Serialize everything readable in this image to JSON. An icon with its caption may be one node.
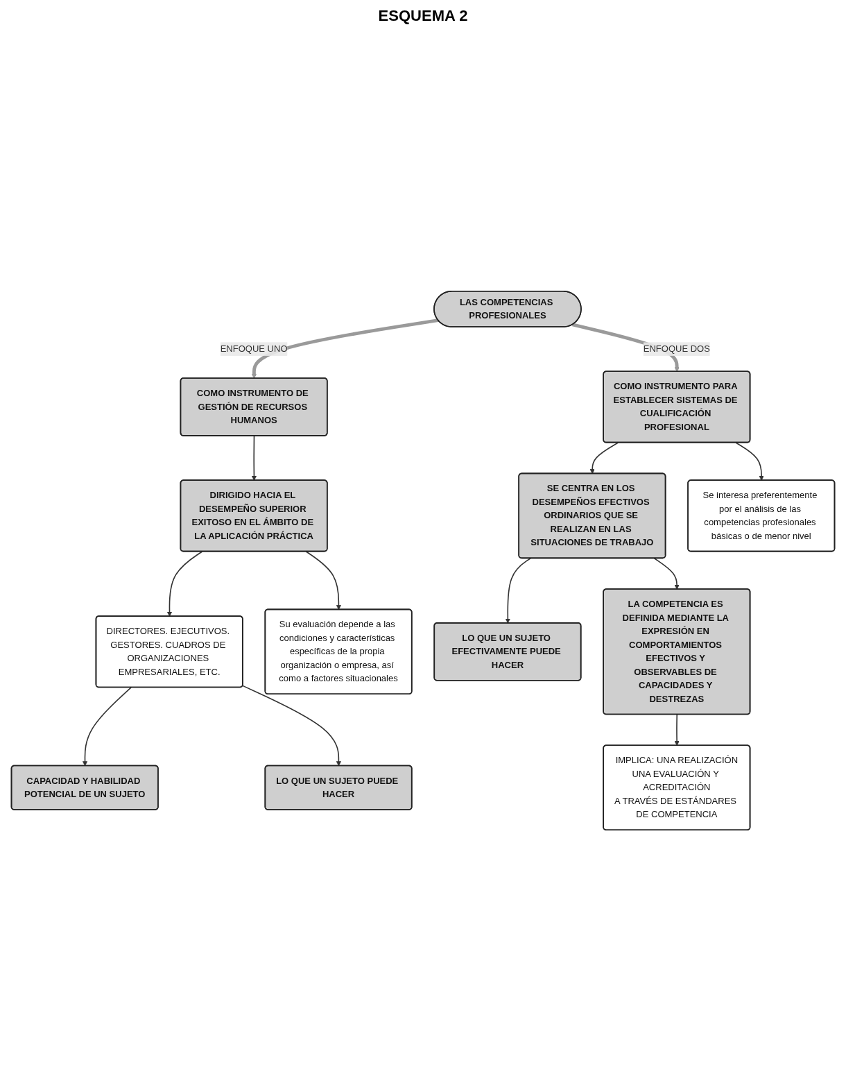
{
  "diagram": {
    "title": "ESQUEMA 2",
    "nodes": [
      {
        "text": [
          "LAS COMPETENCIAS PROFESIONALES"
        ]
      },
      {
        "text": [
          "COMO INSTRUMENTO DE GESTIÓN DE RECURSOS HUMANOS"
        ]
      },
      {
        "text": [
          "DIRIGIDO HACIA EL DESEMPEÑO SUPERIOR EXITOSO EN EL ÁMBITO DE LA APLICACIÓN PRÁCTICA"
        ]
      },
      {
        "text": [
          "DIRECTORES. EJECUTIVOS. GESTORES. CUADROS DE ORGANIZACIONES EMPRESARIALES, ETC."
        ]
      },
      {
        "text": [
          "CAPACIDAD Y HABILIDAD POTENCIAL DE UN SUJETO"
        ]
      },
      {
        "text": [
          "LO QUE UN SUJETO PUEDE HACER"
        ]
      },
      {
        "text": [
          "Su evaluación depende a las condiciones y características específicas de la propia organización o empresa, así como a factores situacionales"
        ]
      },
      {
        "text": [
          "COMO INSTRUMENTO PARA ESTABLECER SISTEMAS DE CUALIFICACIÓN PROFESIONAL"
        ]
      },
      {
        "text": [
          "SE CENTRA EN LOS DESEMPEÑOS EFECTIVOS ORDINARIOS QUE SE REALIZAN EN LAS SITUACIONES DE TRABAJO"
        ]
      },
      {
        "text": [
          "LO QUE UN SUJETO EFECTIVAMENTE PUEDE HACER"
        ]
      },
      {
        "text": [
          "Se interesa preferentemente por el análisis de las competencias profesionales básicas o de menor nivel"
        ]
      },
      {
        "text": [
          "LA COMPETENCIA ES DEFINIDA MEDIANTE LA EXPRESIÓN EN COMPORTAMIENTOS EFECTIVOS Y OBSERVABLES DE CAPACIDADES Y DESTREZAS"
        ]
      },
      {
        "text": [
          "IMPLICA: UNA REALIZACIÓN",
          "UNA EVALUACIÓN Y ACREDITACIÓN",
          "A TRAVÉS DE ESTÁNDARES DE COMPETENCIA"
        ]
      }
    ],
    "edges": [
      {
        "from": 0,
        "to": 1,
        "arrow": "to",
        "label": "ENFOQUE UNO",
        "style": "thick",
        "color": "#9a9a9a"
      },
      {
        "from": 1,
        "to": 2,
        "arrow": "to"
      },
      {
        "from": 2,
        "to": 3,
        "arrow": "to"
      },
      {
        "from": 2,
        "to": 6,
        "arrow": "to"
      },
      {
        "from": 3,
        "to": 4,
        "arrow": "to"
      },
      {
        "from": 3,
        "to": 5,
        "arrow": "to"
      },
      {
        "from": 0,
        "to": 7,
        "arrow": "to",
        "label": "ENFOQUE DOS",
        "style": "thick",
        "color": "#9a9a9a"
      },
      {
        "from": 7,
        "to": 8,
        "arrow": "to"
      },
      {
        "from": 8,
        "to": 9,
        "arrow": "to"
      },
      {
        "from": 7,
        "to": 10,
        "arrow": "to"
      },
      {
        "from": 8,
        "to": 11,
        "arrow": "to"
      },
      {
        "from": 11,
        "to": 12,
        "arrow": "to"
      }
    ]
  }
}
